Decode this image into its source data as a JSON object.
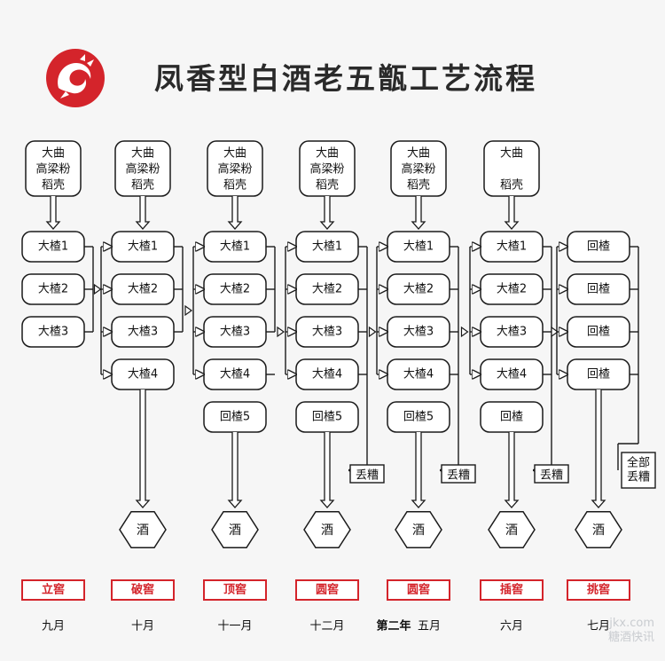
{
  "title": "凤香型白酒老五甑工艺流程",
  "logo": {
    "name": "dragon-seal-logo",
    "color": "#d4242b"
  },
  "colors": {
    "stroke": "#1a1a1a",
    "node_fill": "#ffffff",
    "badge": "#d4242b"
  },
  "columns": [
    {
      "materials": [
        "大曲",
        "高梁粉",
        "稻壳"
      ],
      "zeng": [
        "大楂1",
        "大楂2",
        "大楂3"
      ],
      "discard": "",
      "has_wine": false,
      "stage": "立窖",
      "month": "九月"
    },
    {
      "materials": [
        "大曲",
        "高梁粉",
        "稻壳"
      ],
      "zeng": [
        "大楂1",
        "大楂2",
        "大楂3",
        "大楂4"
      ],
      "discard": "",
      "has_wine": true,
      "wine": "酒",
      "stage": "破窖",
      "month": "十月"
    },
    {
      "materials": [
        "大曲",
        "高梁粉",
        "稻壳"
      ],
      "zeng": [
        "大楂1",
        "大楂2",
        "大楂3",
        "大楂4",
        "回楂5"
      ],
      "discard": "",
      "has_wine": true,
      "wine": "酒",
      "stage": "顶窖",
      "month": "十一月"
    },
    {
      "materials": [
        "大曲",
        "高梁粉",
        "稻壳"
      ],
      "zeng": [
        "大楂1",
        "大楂2",
        "大楂3",
        "大楂4",
        "回楂5"
      ],
      "discard": "丢糟",
      "has_wine": true,
      "wine": "酒",
      "stage": "圆窖",
      "month": "十二月"
    },
    {
      "materials": [
        "大曲",
        "高梁粉",
        "稻壳"
      ],
      "zeng": [
        "大楂1",
        "大楂2",
        "大楂3",
        "大楂4",
        "回楂5"
      ],
      "discard": "丢糟",
      "has_wine": true,
      "wine": "酒",
      "stage": "圆窖",
      "month_prefix": "第二年",
      "month": "五月"
    },
    {
      "materials": [
        "大曲",
        "",
        "稻壳"
      ],
      "zeng": [
        "大楂1",
        "大楂2",
        "大楂3",
        "大楂4",
        "回楂"
      ],
      "discard": "丢糟",
      "has_wine": true,
      "wine": "酒",
      "stage": "插窖",
      "month": "六月"
    },
    {
      "materials": [],
      "zeng": [
        "回楂",
        "回楂",
        "回楂",
        "回楂"
      ],
      "discard": "全部\n丢糟",
      "has_wine": true,
      "wine": "酒",
      "stage": "挑窖",
      "month": "七月"
    }
  ],
  "watermark": {
    "line1": "jkx.com",
    "line2": "糖酒快讯"
  }
}
